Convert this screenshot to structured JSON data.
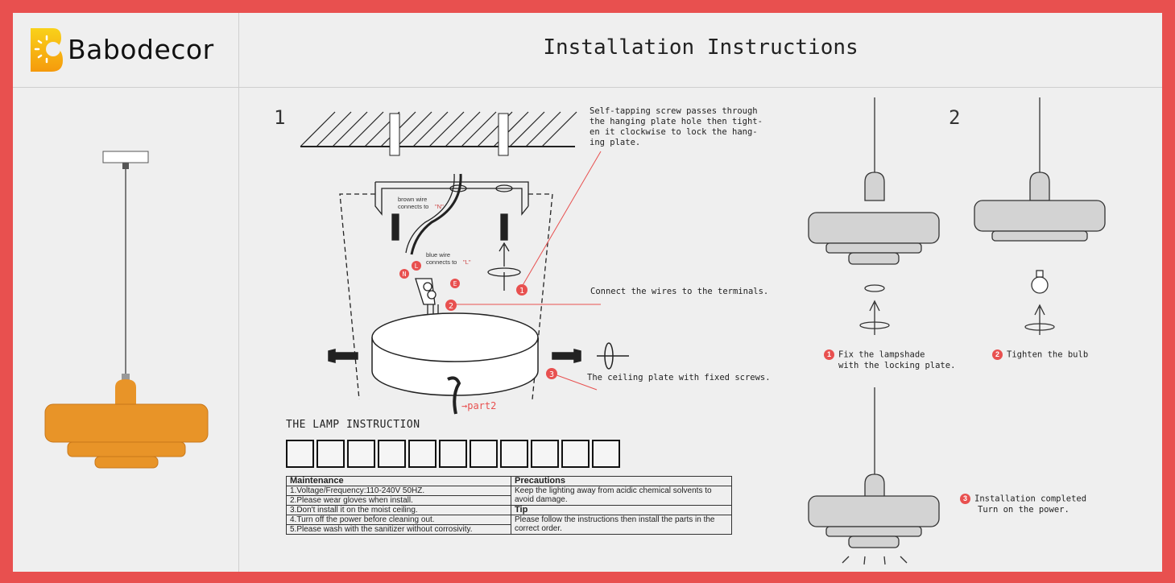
{
  "brand": {
    "name": "Babodecor"
  },
  "header": {
    "title": "Installation Instructions"
  },
  "step1": {
    "number": "1",
    "note_screw": [
      "Self-tapping screw passes through",
      "the hanging plate hole then tight-",
      "en it clockwise to lock the hang-",
      "ing plate."
    ],
    "note_wires": "Connect the wires to the terminals.",
    "note_plate": "The ceiling plate with fixed screws.",
    "brown_wire": [
      "brown wire",
      "connects to",
      "\"N\""
    ],
    "blue_wire": [
      "blue wire",
      "connects to",
      "\"L\""
    ],
    "terminal_labels": [
      "N",
      "L",
      "E"
    ],
    "badges": [
      "1",
      "2",
      "3"
    ],
    "part_link": "→part2"
  },
  "step2": {
    "number": "2",
    "sub1": {
      "badge": "1",
      "text": [
        "Fix the lampshade",
        "with the locking plate."
      ]
    },
    "sub2": {
      "badge": "2",
      "text": "Tighten the bulb"
    },
    "sub3": {
      "badge": "3",
      "text": [
        "Installation completed",
        "Turn on the power."
      ]
    }
  },
  "lamp_instruction": {
    "heading": "THE LAMP INSTRUCTION",
    "maintenance_header": "Maintenance",
    "maintenance": [
      "1.Voltage/Frequency:110-240V 50HZ.",
      "2.Please wear gloves when install.",
      "3.Don't install it on the moist ceiling.",
      "4.Turn off the power before cleaning out.",
      "5.Please wash with the sanitizer without corrosivity."
    ],
    "precautions_header": "Precautions",
    "precautions": "Keep the lighting away from acidic chemical solvents to avoid damage.",
    "tip_header": "Tip",
    "tip": "Please follow the instructions then install the parts in the correct order.",
    "warning_icons": [
      "house-icon",
      "no-install-icon",
      "triangle-icon",
      "triangle-icon",
      "ground-icon",
      "double-insulation-icon",
      "ceiling-icon",
      "install-icon",
      "no-wall-icon",
      "no-child-icon",
      "no-slope-icon"
    ]
  },
  "colors": {
    "frame": "#e8504f",
    "lamp": "#e89428",
    "accent": "#e8504f",
    "shade": "#d3d3d3"
  }
}
